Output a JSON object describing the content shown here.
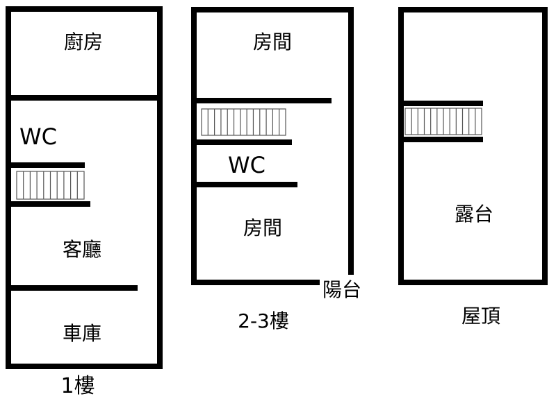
{
  "floors": [
    {
      "caption": "1樓",
      "rooms": [
        "廚房",
        "WC",
        "客廳",
        "車庫"
      ]
    },
    {
      "caption": "2-3樓",
      "rooms": [
        "房間",
        "WC",
        "房間",
        "陽台"
      ]
    },
    {
      "caption": "屋頂",
      "rooms": [
        "露台"
      ]
    }
  ],
  "colors": {
    "wall": "#000000",
    "stair_line": "#555555",
    "background": "#ffffff"
  }
}
